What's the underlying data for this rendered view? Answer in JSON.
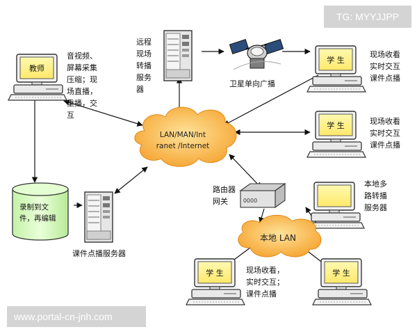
{
  "watermark_top": "TG: MYYJJPP",
  "watermark_bottom": "www.portal-cn-jnh.com",
  "nodes": {
    "teacher": {
      "screen_label": "教师",
      "desc": "音视频、\n屏幕采集\n压缩；现\n场直播，\n重播，交\n互"
    },
    "remote_server": {
      "desc": "远程现场转播服务器"
    },
    "satellite": {
      "label": "卫星单向广播"
    },
    "student_top": {
      "screen_label": "学 生",
      "desc": "现场收看\n实时交互\n课件点播"
    },
    "student_mid": {
      "screen_label": "学 生",
      "desc": "现场收看\n实时交互\n课件点播"
    },
    "wan_cloud": {
      "line1": "LAN/MAN/Int",
      "line2": "ranet /Internet"
    },
    "recorder": {
      "label": "录制到文\n件，再编辑"
    },
    "vod_server": {
      "label": "课件点播服务器"
    },
    "router": {
      "label": "路由器\n网关",
      "panel": "0000"
    },
    "local_server": {
      "desc": "本地多\n路转播\n服务器"
    },
    "lan_cloud": {
      "label": "本地 LAN"
    },
    "student_left": {
      "screen_label": "学 生",
      "desc": "现场收看，\n实时交互；\n课件点播"
    },
    "student_right": {
      "screen_label": "学 生"
    }
  }
}
